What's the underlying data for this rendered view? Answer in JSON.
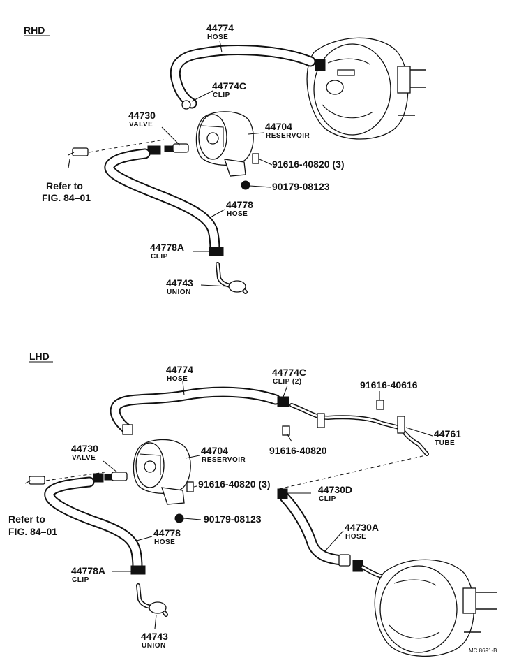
{
  "rhd": {
    "section_label": "RHD",
    "hose_top": {
      "number": "44774",
      "name": "HOSE"
    },
    "clip_top": {
      "number": "44774C",
      "name": "CLIP"
    },
    "valve": {
      "number": "44730",
      "name": "VALVE"
    },
    "reservoir": {
      "number": "44704",
      "name": "RESERVOIR"
    },
    "bolt": {
      "number": "91616-40820 (3)"
    },
    "nut": {
      "number": "90179-08123"
    },
    "hose_lower": {
      "number": "44778",
      "name": "HOSE"
    },
    "clip_lower": {
      "number": "44778A",
      "name": "CLIP"
    },
    "union": {
      "number": "44743",
      "name": "UNION"
    },
    "refer_line1": "Refer to",
    "refer_line2": "FIG. 84–01"
  },
  "lhd": {
    "section_label": "LHD",
    "hose_top": {
      "number": "44774",
      "name": "HOSE"
    },
    "clip_top": {
      "number": "44774C",
      "name": "CLIP (2)"
    },
    "bolt_tube": {
      "number": "91616-40616"
    },
    "tube": {
      "number": "44761",
      "name": "TUBE"
    },
    "bolt_mid": {
      "number": "91616-40820"
    },
    "valve": {
      "number": "44730",
      "name": "VALVE"
    },
    "reservoir": {
      "number": "44704",
      "name": "RESERVOIR"
    },
    "bolt": {
      "number": "91616-40820 (3)"
    },
    "clip_d": {
      "number": "44730D",
      "name": "CLIP"
    },
    "nut": {
      "number": "90179-08123"
    },
    "hose_a": {
      "number": "44730A",
      "name": "HOSE"
    },
    "hose_lower": {
      "number": "44778",
      "name": "HOSE"
    },
    "clip_lower": {
      "number": "44778A",
      "name": "CLIP"
    },
    "union": {
      "number": "44743",
      "name": "UNION"
    },
    "refer_line1": "Refer to",
    "refer_line2": "FIG. 84–01"
  },
  "figure_code": "MC 8691-B"
}
